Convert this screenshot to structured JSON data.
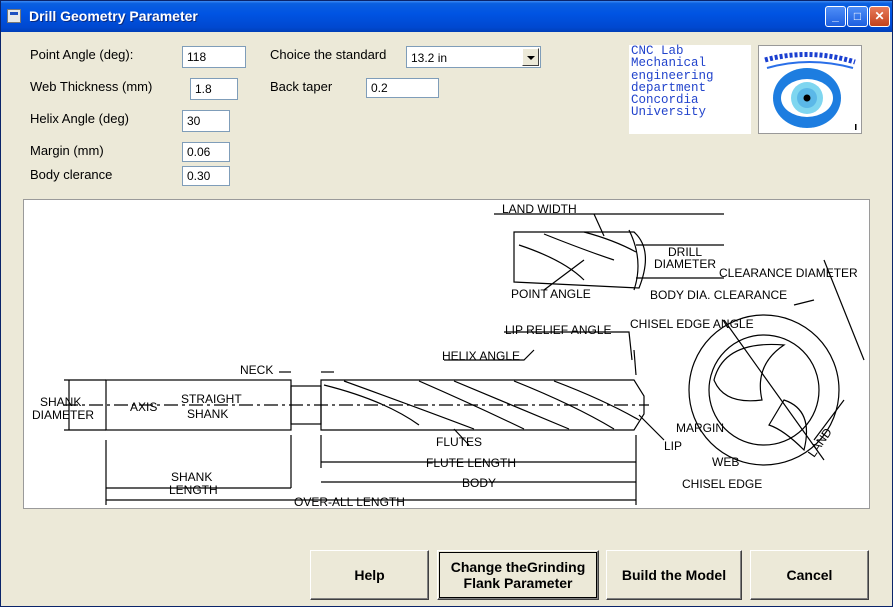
{
  "window": {
    "title": "Drill Geometry Parameter"
  },
  "fields": {
    "point_angle": {
      "label": "Point Angle (deg):",
      "value": "118"
    },
    "web_thickness": {
      "label": "Web Thickness (mm)",
      "value": "1.8"
    },
    "helix_angle": {
      "label": "Helix Angle (deg)",
      "value": "30"
    },
    "margin": {
      "label": "Margin (mm)",
      "value": "0.06"
    },
    "body_clearance": {
      "label": "Body clerance",
      "value": "0.30"
    },
    "standard": {
      "label": "Choice the standard",
      "value": "13.2 in"
    },
    "back_taper": {
      "label": "Back taper",
      "value": "0.2"
    }
  },
  "lab": {
    "lines": [
      "CNC Lab",
      "Mechanical",
      "engineering",
      "department",
      "Concordia",
      "University"
    ]
  },
  "logo": {
    "icon": "eye-logo-icon"
  },
  "diagram": {
    "labels": {
      "land_width": "LAND WIDTH",
      "drill": "DRILL",
      "diameter": "DIAMETER",
      "clearance_diameter": "CLEARANCE DIAMETER",
      "point_angle": "POINT ANGLE",
      "body_dia_clearance": "BODY DIA. CLEARANCE",
      "lip_relief_angle": "LIP RELIEF ANGLE",
      "chisel_edge_angle": "CHISEL EDGE ANGLE",
      "helix_angle": "HELIX ANGLE",
      "neck": "NECK",
      "shank": "SHANK",
      "diameter2": "DIAMETER",
      "axis": "AXIS",
      "straight": "STRAIGHT",
      "shank2": "SHANK",
      "flutes": "FLUTES",
      "lip": "LIP",
      "margin": "MARGIN",
      "web": "WEB",
      "land": "LAND",
      "chisel_edge": "CHISEL EDGE",
      "flute_length": "FLUTE LENGTH",
      "shank3": "SHANK",
      "length": "LENGTH",
      "body": "BODY",
      "over_all_length": "OVER-ALL LENGTH"
    }
  },
  "buttons": {
    "help": "Help",
    "change_line1": "Change theGrinding",
    "change_line2": "Flank Parameter",
    "build": "Build the Model",
    "cancel": "Cancel"
  }
}
